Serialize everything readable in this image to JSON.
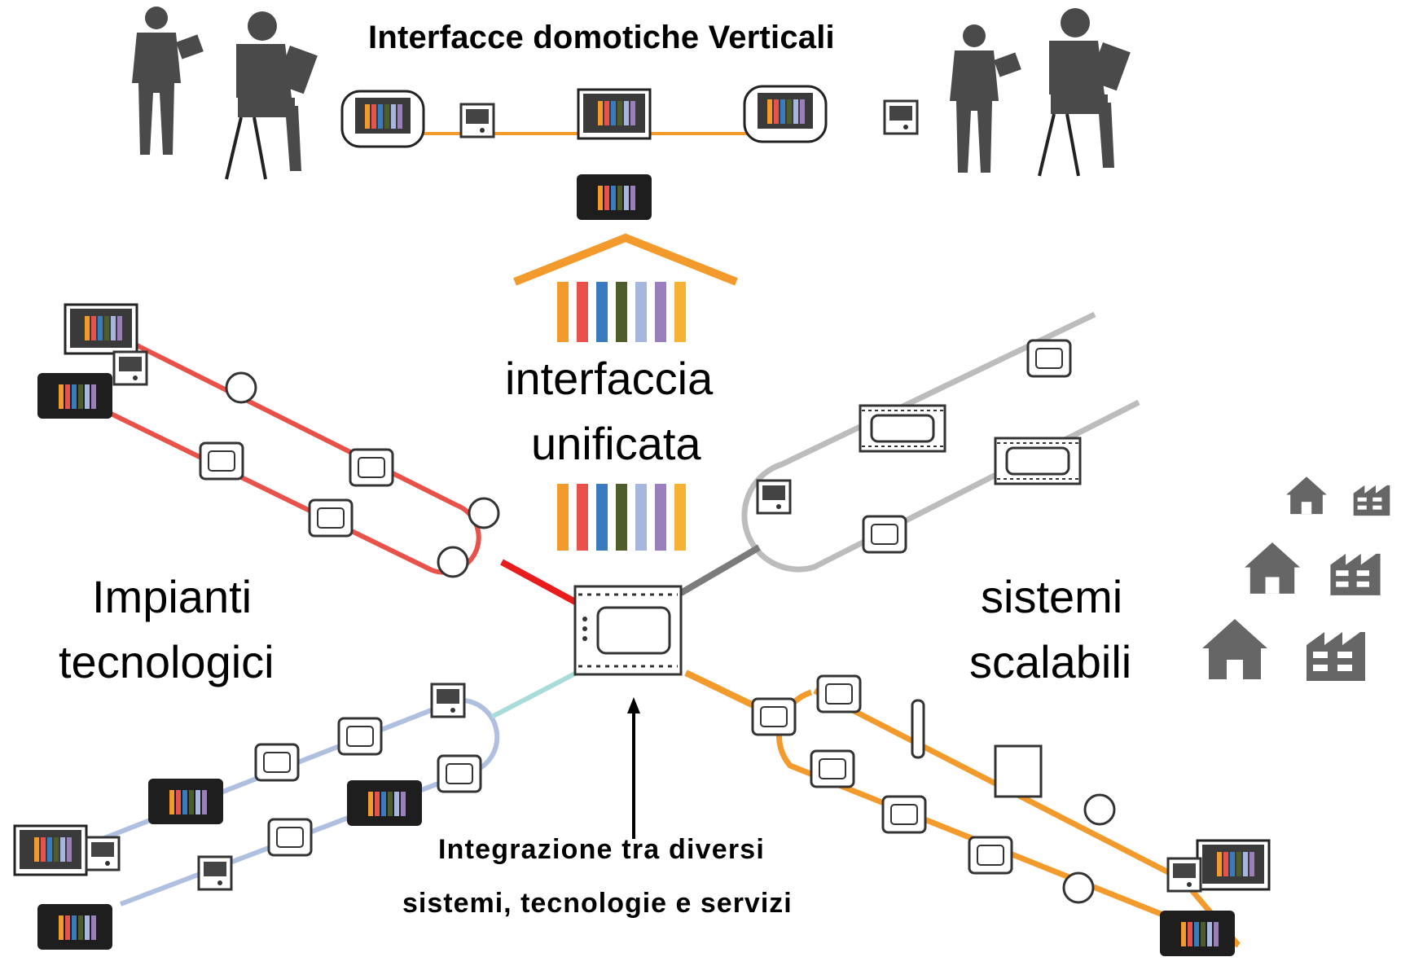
{
  "title": "Interfacce domotiche Verticali",
  "unified_line1": "interfaccia",
  "unified_line2": "unificata",
  "left_label_line1": "Impianti",
  "left_label_line2": "tecnologici",
  "right_label_line1": "sistemi",
  "right_label_line2": "scalabili",
  "bottom_label_line1": "Integrazione tra diversi",
  "bottom_label_line2": "sistemi, tecnologie e servizi",
  "colors": {
    "bar_orange": "#f39a2d",
    "bar_red": "#e8524a",
    "bar_blue": "#3a7abf",
    "bar_olive": "#4d5e2b",
    "bar_lavender": "#a6b6dc",
    "bar_purple": "#9a7fbc",
    "bar_yellow": "#f6b233",
    "line_red": "#e8524a",
    "line_orange": "#f39a2d",
    "line_grey": "#bcbcbc",
    "line_lightblue": "#aebfe0",
    "silhouette": "#4a4a4a",
    "building_grey": "#666666"
  },
  "icons": [
    "person-silhouette-icon",
    "person-seated-silhouette-icon",
    "touch-panel-icon",
    "tablet-icon",
    "tv-icon",
    "camera-icon",
    "alarm-keypad-icon",
    "control-module-icon",
    "thermostat-icon",
    "switch-icon",
    "remote-icon",
    "blind-icon",
    "bulb-icon",
    "phone-icon",
    "intercom-icon",
    "house-icon",
    "factory-icon"
  ]
}
